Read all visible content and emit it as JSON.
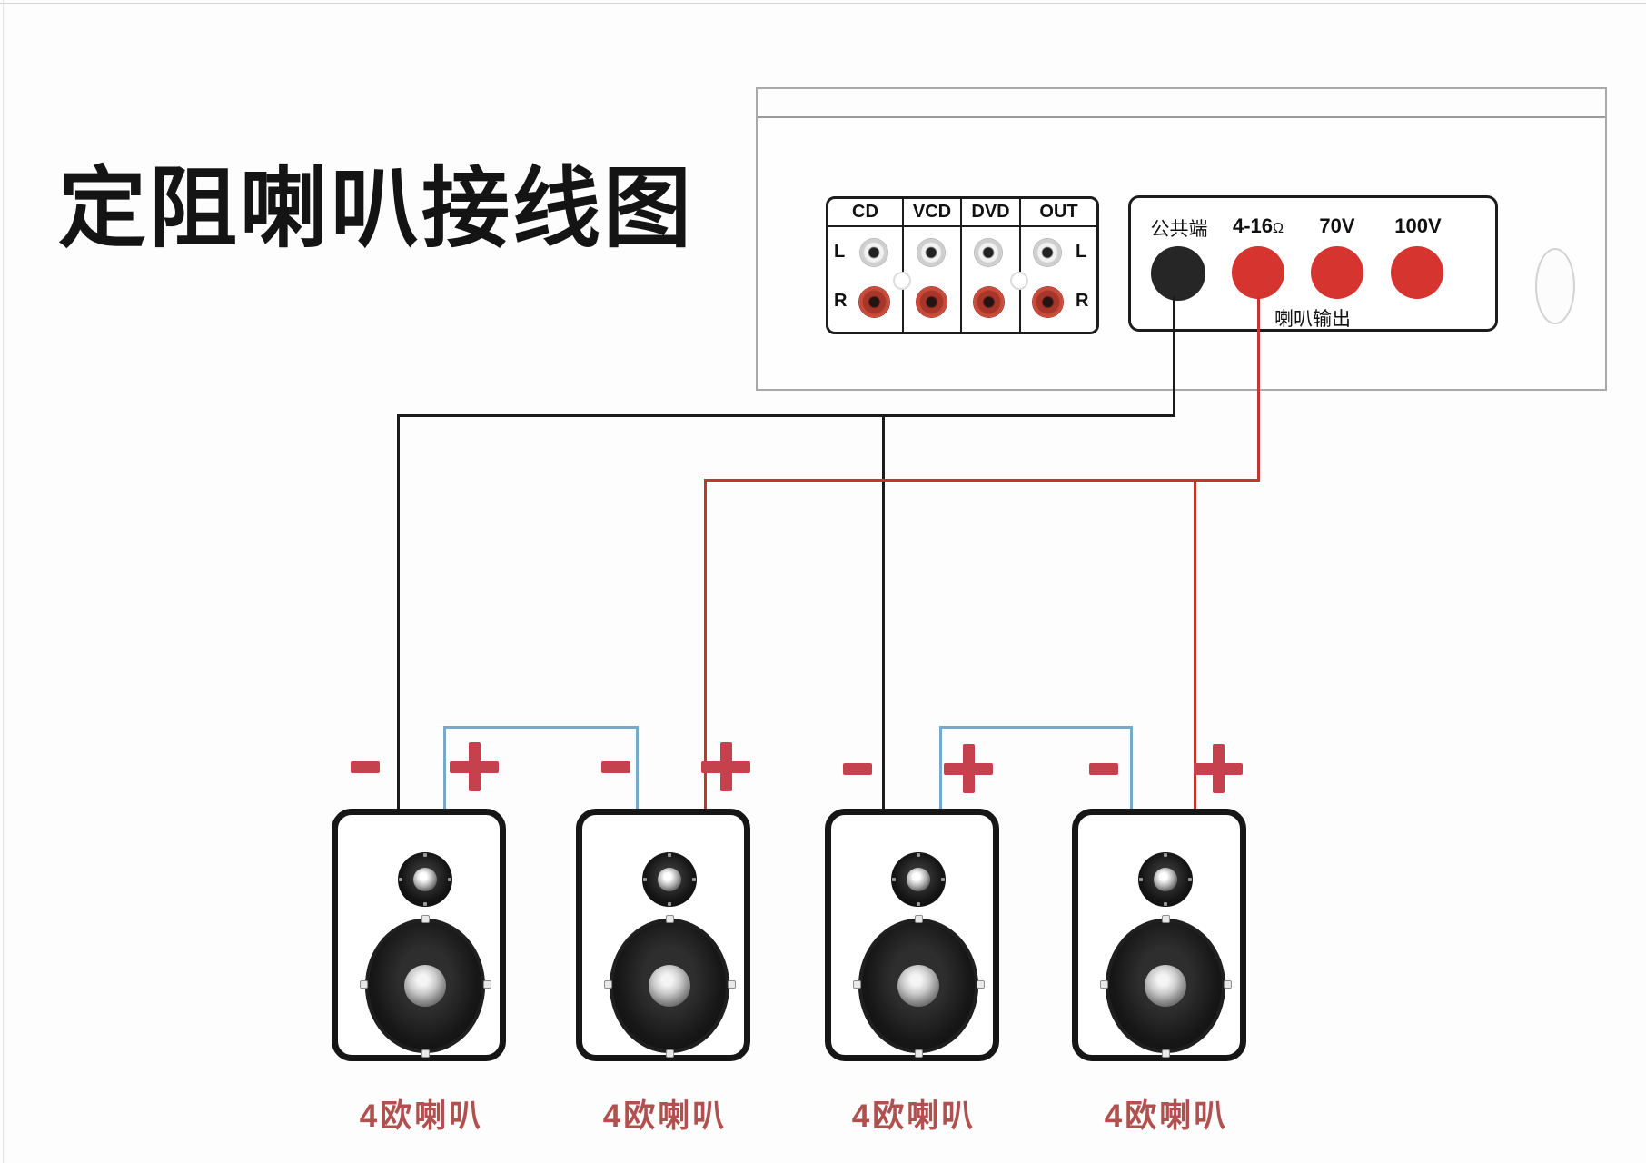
{
  "title": "定阻喇叭接线图",
  "amplifier": {
    "rca_panel": {
      "columns": [
        "CD",
        "VCD",
        "DVD",
        "OUT"
      ],
      "left_row_labels": [
        "L",
        "R"
      ],
      "right_row_labels": [
        "L",
        "R"
      ]
    },
    "output_panel": {
      "terminals": [
        {
          "label": "公共端",
          "color": "#262626"
        },
        {
          "label": "4-16",
          "unit": "Ω",
          "color": "#d6342f"
        },
        {
          "label": "70V",
          "color": "#d6342f"
        },
        {
          "label": "100V",
          "color": "#d6342f"
        }
      ],
      "caption": "喇叭输出"
    }
  },
  "speakers": [
    {
      "label": "4欧喇叭",
      "polarity_left": "-",
      "polarity_right": "+"
    },
    {
      "label": "4欧喇叭",
      "polarity_left": "-",
      "polarity_right": "+"
    },
    {
      "label": "4欧喇叭",
      "polarity_left": "-",
      "polarity_right": "+"
    },
    {
      "label": "4欧喇叭",
      "polarity_left": "-",
      "polarity_right": "+"
    }
  ],
  "colors": {
    "wire_common_black": "#1b1b1b",
    "wire_signal_red": "#c23630",
    "wire_series_blue": "#79a9c9",
    "polarity_sign_red": "#c5414d",
    "speaker_label_red": "#b0504f"
  }
}
